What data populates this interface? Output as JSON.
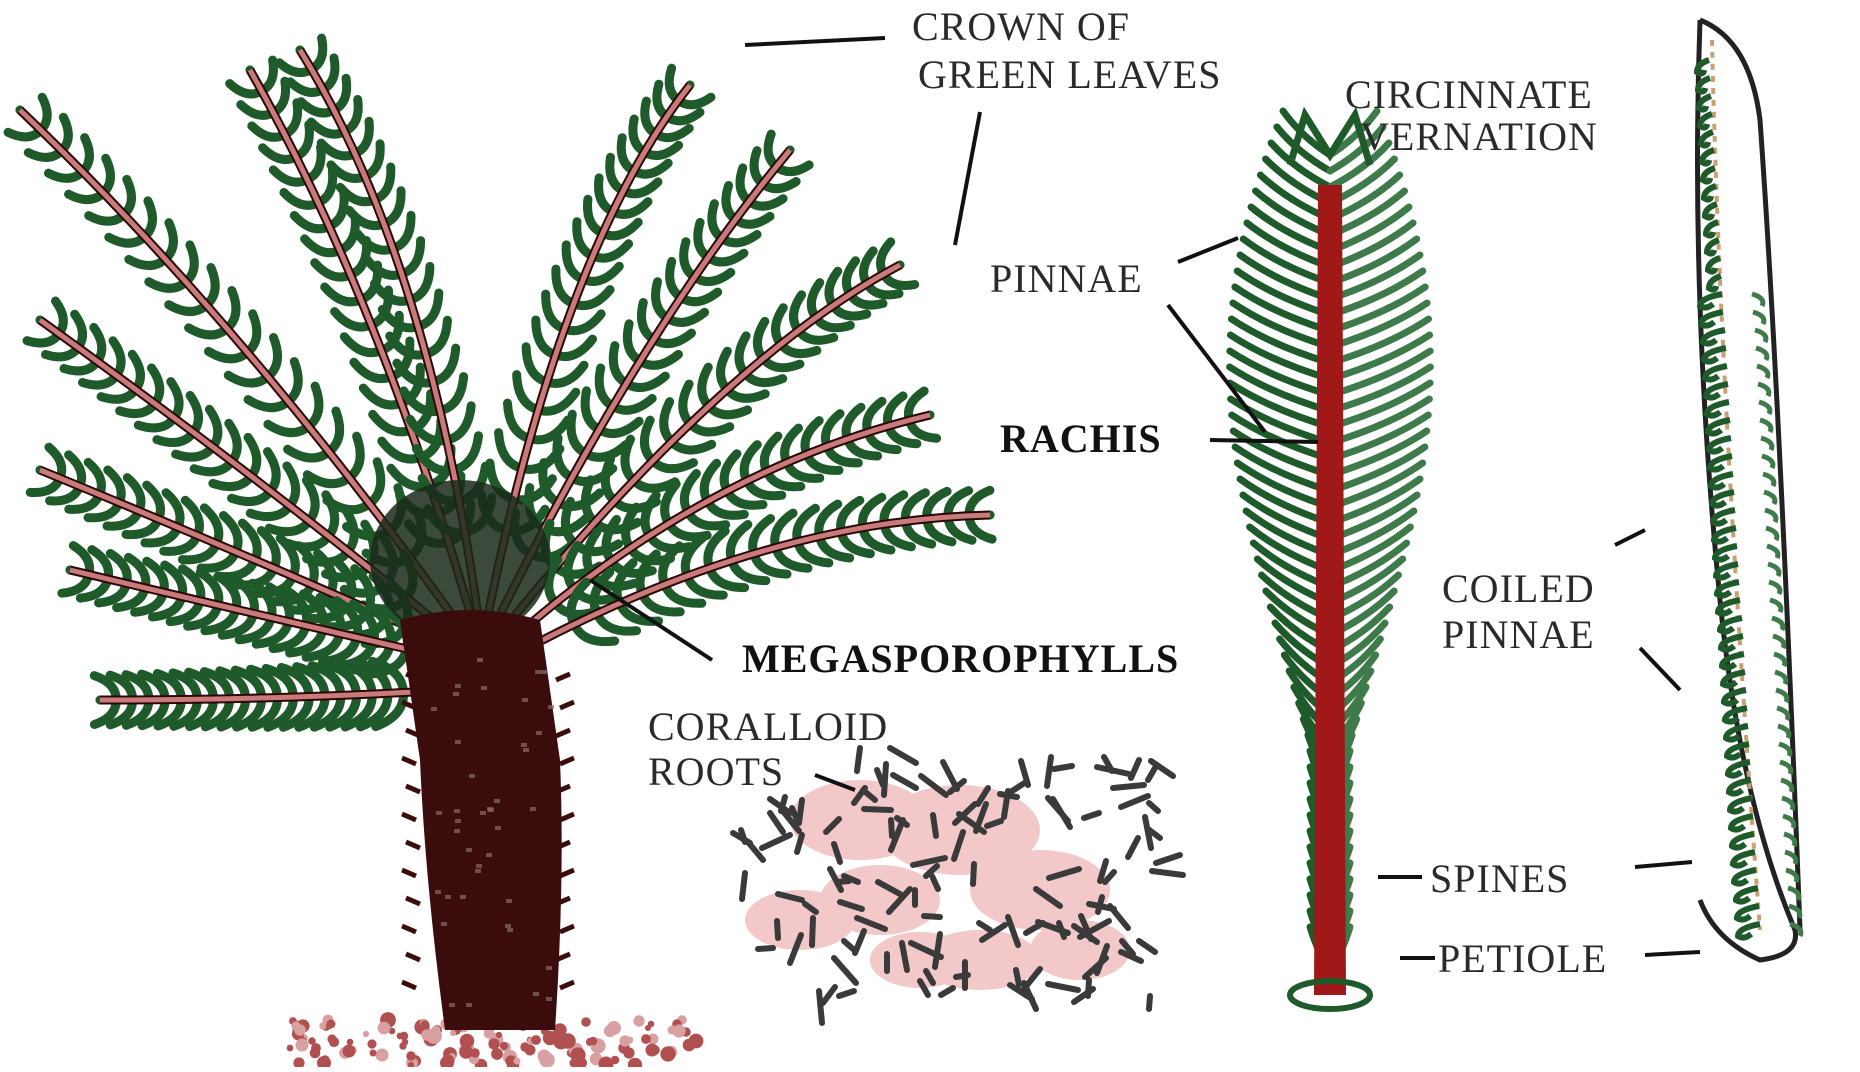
{
  "labels": {
    "crown_line1": "CROWN OF",
    "crown_line2": "GREEN LEAVES",
    "circinnate_line1": "CIRCINNATE",
    "circinnate_line2": "VERNATION",
    "pinnae": "PINNAE",
    "rachis": "RACHIS",
    "megasporophylls": "MEGASPOROPHYLLS",
    "coralloid_line1": "CORALLOID",
    "coralloid_line2": "ROOTS",
    "coiled_line1": "COILED",
    "coiled_line2": "PINNAE",
    "spines": "SPINES",
    "petiole": "PETIOLE"
  },
  "colors": {
    "leaf_green": "#1f5a2a",
    "rachis_pink": "#c97a7a",
    "trunk": "#3a0c0c",
    "leaf_rachis_red": "#a01818",
    "root_pink": "#f2c8c8",
    "root_dark": "#3a3a3a",
    "soil": "#b05050"
  }
}
